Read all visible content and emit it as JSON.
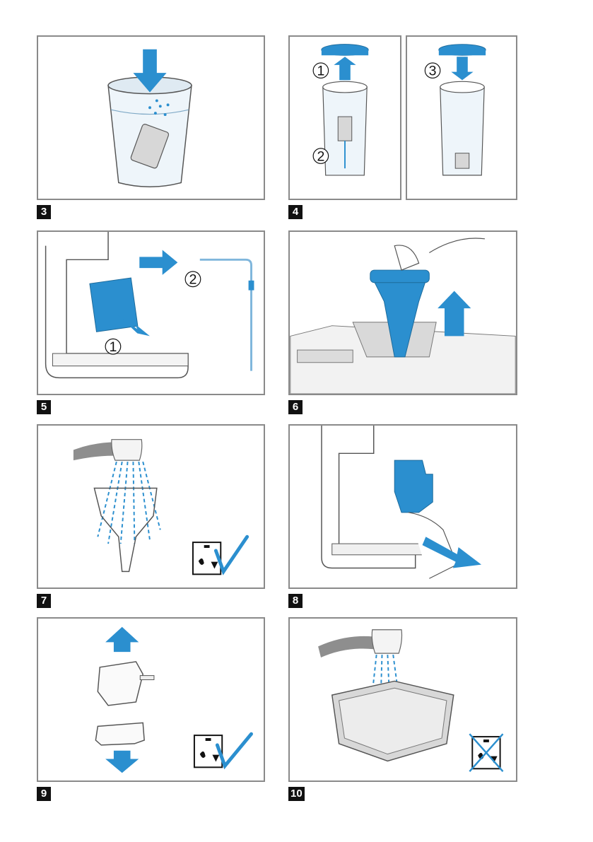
{
  "colors": {
    "accent": "#2b8fcf",
    "frame": "#8a8a8a",
    "ink": "#111111"
  },
  "steps": [
    {
      "number": "3"
    },
    {
      "number": "4",
      "callouts": [
        "1",
        "2",
        "3"
      ]
    },
    {
      "number": "5",
      "callouts": [
        "1",
        "2"
      ]
    },
    {
      "number": "6"
    },
    {
      "number": "7",
      "icons": [
        "dishwasher-safe-icon"
      ]
    },
    {
      "number": "8"
    },
    {
      "number": "9",
      "icons": [
        "dishwasher-safe-icon"
      ]
    },
    {
      "number": "10",
      "icons": [
        "not-dishwasher-safe-icon"
      ]
    }
  ]
}
